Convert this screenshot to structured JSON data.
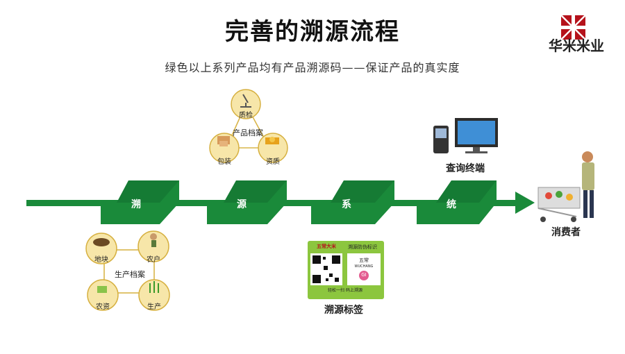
{
  "title": "完善的溯源流程",
  "subtitle": "绿色以上系列产品均有产品溯源码——保证产品的真实度",
  "brand": {
    "name": "华米米业"
  },
  "band": {
    "chars": [
      "溯",
      "源",
      "系",
      "统"
    ]
  },
  "archive_top": {
    "center": "产品档案",
    "items": [
      "质检",
      "包装",
      "资质"
    ]
  },
  "archive_bottom": {
    "center": "生产档案",
    "items": [
      "地块",
      "农户",
      "农资",
      "生产"
    ]
  },
  "terminal": {
    "label": "查询终端"
  },
  "consumer": {
    "label": "消费者"
  },
  "tag": {
    "label": "溯源标签",
    "header_brand": "五常大米",
    "header_text": "溯源防伪标识",
    "seal_text": "五常",
    "seal_sub": "WUCHANG",
    "gi": "GI",
    "footer": "轻松一扫 码上溯源"
  },
  "colors": {
    "green": "#1a8a3a",
    "dark_green": "#137030",
    "logo_red": "#b5121b"
  }
}
